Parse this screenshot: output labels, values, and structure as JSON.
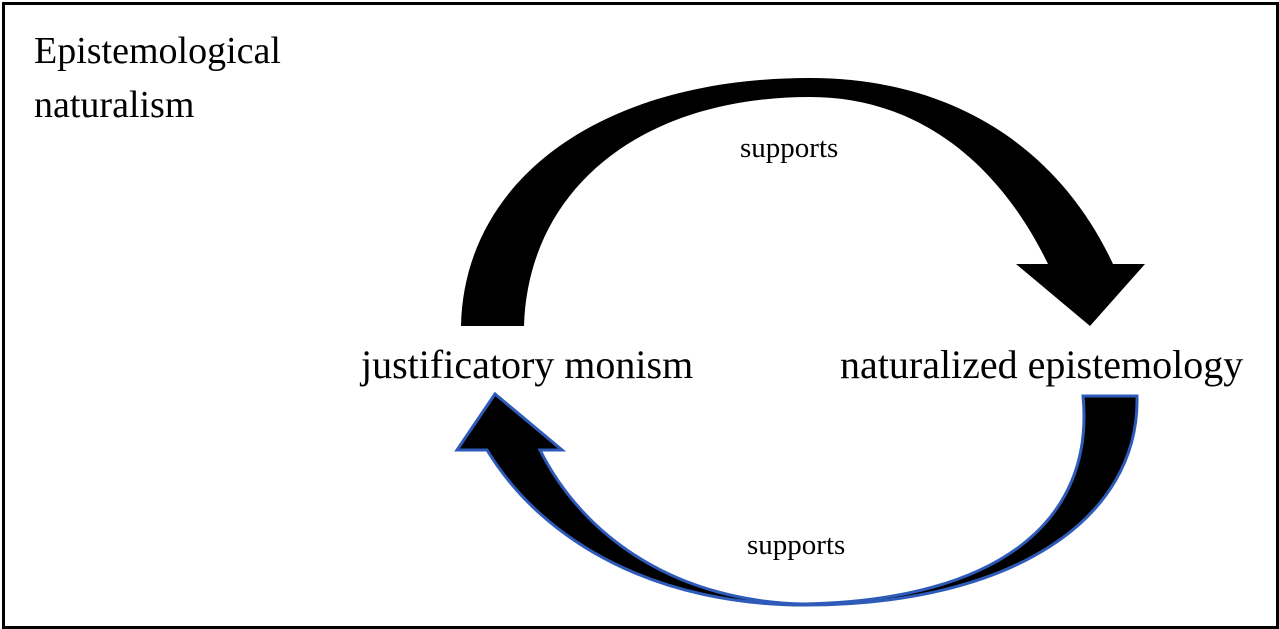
{
  "title": {
    "line1": "Epistemological",
    "line2": "naturalism"
  },
  "nodes": {
    "left": "justificatory monism",
    "right": "naturalized epistemology"
  },
  "edges": {
    "top": {
      "label": "supports",
      "fill": "#000000"
    },
    "bottom": {
      "label": "supports",
      "fill": "#000000",
      "stroke": "#2e5bba"
    }
  },
  "colors": {
    "frame": "#000000",
    "text": "#000000",
    "arrow_outline": "#2e5bba"
  }
}
